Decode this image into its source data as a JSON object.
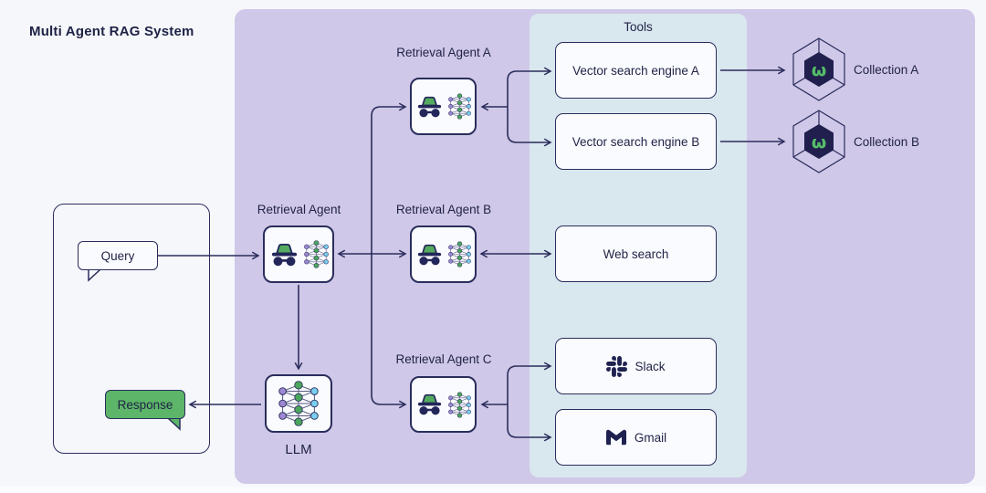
{
  "title": "Multi Agent RAG System",
  "tools_panel": {
    "label": "Tools"
  },
  "nodes": {
    "query": {
      "label": "Query"
    },
    "response": {
      "label": "Response"
    },
    "retrieval_agent": {
      "label": "Retrieval Agent"
    },
    "llm": {
      "label": "LLM"
    },
    "retrieval_agent_a": {
      "label": "Retrieval Agent A"
    },
    "retrieval_agent_b": {
      "label": "Retrieval Agent B"
    },
    "retrieval_agent_c": {
      "label": "Retrieval Agent C"
    },
    "vector_search_a": {
      "label": "Vector search engine A"
    },
    "vector_search_b": {
      "label": "Vector search engine B"
    },
    "web_search": {
      "label": "Web search"
    },
    "slack": {
      "label": "Slack"
    },
    "gmail": {
      "label": "Gmail"
    },
    "collection_a": {
      "label": "Collection A"
    },
    "collection_b": {
      "label": "Collection B"
    }
  },
  "icons": {
    "weaviate_glyph": "ω",
    "agent": "incognito-agent-icon",
    "neural_network": "neural-network-icon",
    "slack": "slack-logo-icon",
    "gmail": "gmail-logo-icon",
    "collection": "weaviate-hexagon-icon"
  },
  "edges": [
    {
      "from": "Query",
      "to": "Retrieval Agent",
      "dir": "one-way"
    },
    {
      "from": "Retrieval Agent",
      "to": "Retrieval Agent A",
      "dir": "one-way"
    },
    {
      "from": "Retrieval Agent",
      "to": "Retrieval Agent B",
      "dir": "two-way"
    },
    {
      "from": "Retrieval Agent",
      "to": "Retrieval Agent C",
      "dir": "one-way"
    },
    {
      "from": "Retrieval Agent",
      "to": "LLM",
      "dir": "one-way"
    },
    {
      "from": "LLM",
      "to": "Response",
      "dir": "one-way"
    },
    {
      "from": "Retrieval Agent A",
      "to": "Vector search engine A",
      "dir": "two-way"
    },
    {
      "from": "Retrieval Agent A",
      "to": "Vector search engine B",
      "dir": "two-way"
    },
    {
      "from": "Retrieval Agent B",
      "to": "Web search",
      "dir": "two-way"
    },
    {
      "from": "Retrieval Agent C",
      "to": "Slack",
      "dir": "two-way"
    },
    {
      "from": "Retrieval Agent C",
      "to": "Gmail",
      "dir": "two-way"
    },
    {
      "from": "Vector search engine A",
      "to": "Collection A",
      "dir": "one-way"
    },
    {
      "from": "Vector search engine B",
      "to": "Collection B",
      "dir": "one-way"
    }
  ],
  "colors": {
    "bg": "#f6f7fb",
    "panel-purple": "#d0c8e8",
    "panel-blue": "#d9e7ee",
    "line": "#2a2d5c",
    "text": "#1f2246",
    "box-bg": "#fafbfe",
    "green": "#5cb568",
    "node-green": "#4ba55c",
    "node-purple": "#9e88d3",
    "node-cyan": "#79cfef",
    "hex-dark": "#201f4e",
    "logo": "#1f2150",
    "weaviate-green": "#55bd68"
  }
}
